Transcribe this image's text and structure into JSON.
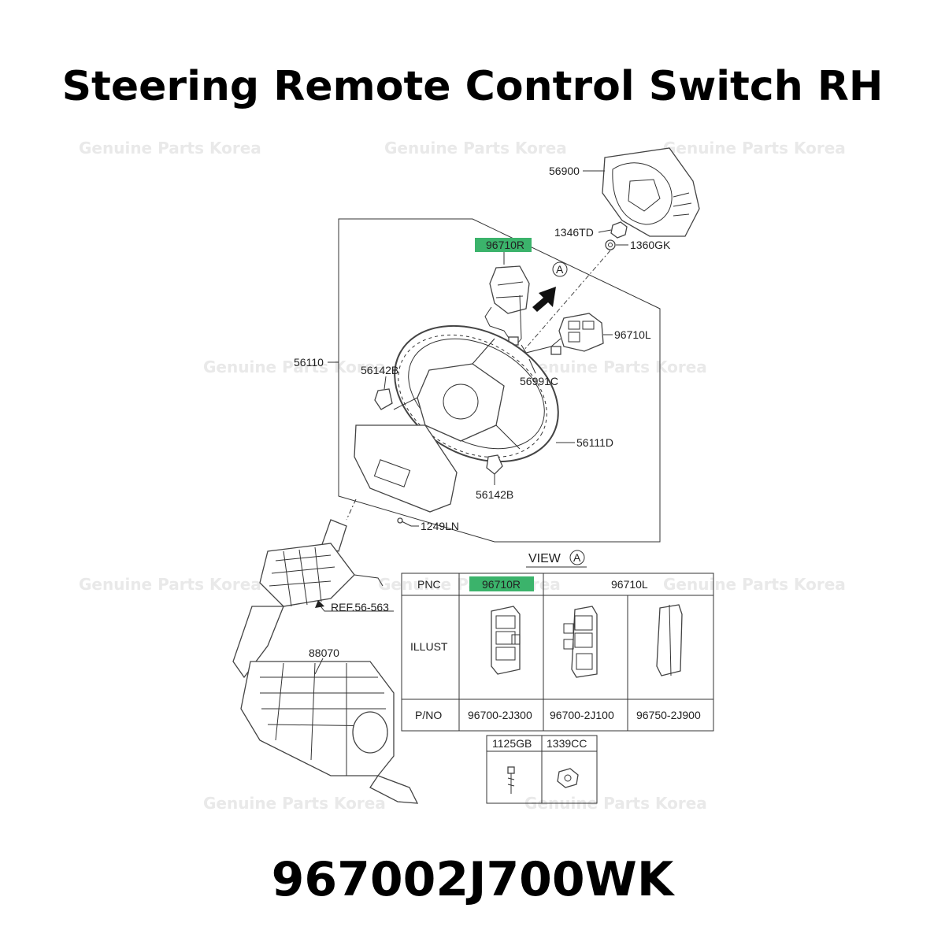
{
  "title": "Steering Remote Control Switch RH",
  "part_number": "967002J700WK",
  "watermark": "Genuine Parts Korea",
  "highlight_color": "#3bb36b",
  "callouts": {
    "c56900": "56900",
    "c1346TD": "1346TD",
    "c1360GK": "1360GK",
    "c96710R": "96710R",
    "cA": "A",
    "c96710L": "96710L",
    "c56110": "56110",
    "c56142B_top": "56142B",
    "c56991C": "56991C",
    "c56111D": "56111D",
    "c56142B_bottom": "56142B",
    "c1249LN": "1249LN",
    "cREF": "REF.56-563",
    "c88070": "88070"
  },
  "view_table": {
    "caption": "VIEW",
    "caption_marker": "A",
    "row_pnc": "PNC",
    "row_illust": "ILLUST",
    "row_pno": "P/NO",
    "pnc_1": "96710R",
    "pnc_2": "96710L",
    "pno_1": "96700-2J300",
    "pno_2": "96700-2J100",
    "pno_3": "96750-2J900"
  },
  "fastener_table": {
    "col_1": "1125GB",
    "col_2": "1339CC"
  }
}
